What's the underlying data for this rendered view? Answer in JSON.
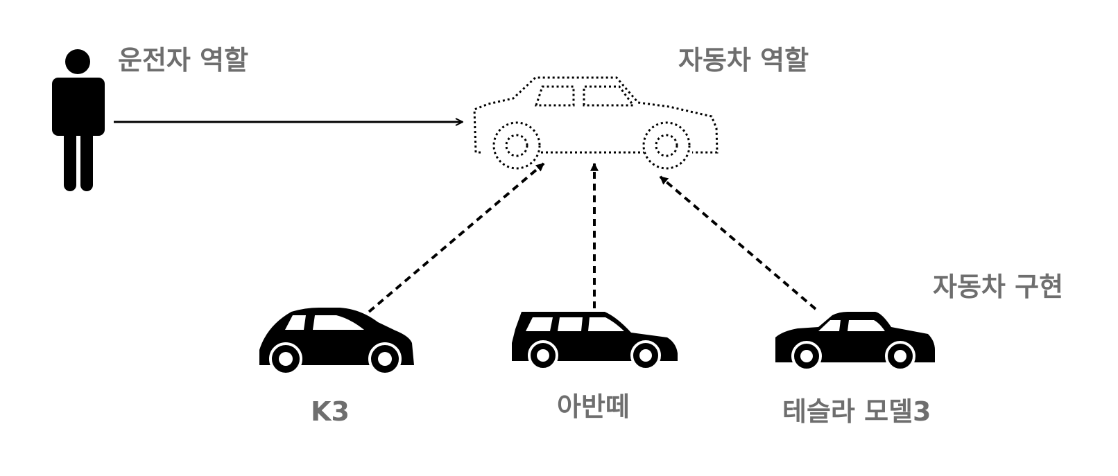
{
  "labels": {
    "driver_role": "운전자 역할",
    "car_role": "자동차 역할",
    "car_impl": "자동차 구현",
    "impl_1": "K3",
    "impl_2": "아반떼",
    "impl_3": "테슬라 모델3"
  },
  "icons": {
    "driver": "person-icon",
    "role": "dotted-car-outline-icon",
    "impl_1": "hatchback-car-icon",
    "impl_2": "wagon-car-icon",
    "impl_3": "sedan-car-icon"
  },
  "colors": {
    "label": "#6e6e6e",
    "stroke": "#000000"
  }
}
